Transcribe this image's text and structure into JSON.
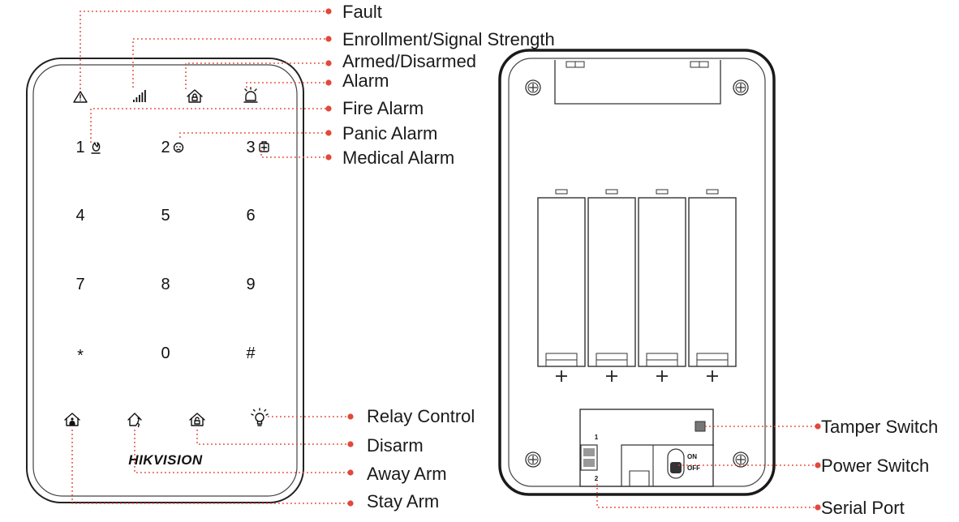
{
  "keypad": {
    "brand": "HIKVISION",
    "keys": [
      "1",
      "2",
      "3",
      "4",
      "5",
      "6",
      "7",
      "8",
      "9",
      "*",
      "0",
      "#"
    ]
  },
  "callouts": {
    "fault": "Fault",
    "enrollment": "Enrollment/Signal Strength",
    "armed": "Armed/Disarmed",
    "alarm": "Alarm",
    "fire": "Fire Alarm",
    "panic": "Panic Alarm",
    "medical": "Medical Alarm",
    "relay": "Relay Control",
    "disarm": "Disarm",
    "away": "Away Arm",
    "stay": "Stay Arm",
    "tamper": "Tamper Switch",
    "power": "Power Switch",
    "serial": "Serial Port"
  },
  "back_panel": {
    "switch_on": "ON",
    "switch_off": "OFF",
    "port_pin_1": "1",
    "port_pin_2": "2"
  },
  "colors": {
    "callout": "#e2483b",
    "outline": "#1a1a1a"
  },
  "icons": [
    "warning-triangle-icon",
    "signal-bars-icon",
    "home-lock-icon",
    "siren-icon",
    "flame-icon",
    "panic-icon",
    "medical-icon",
    "stay-arm-icon",
    "away-arm-icon",
    "disarm-icon",
    "bulb-icon",
    "screw-icon",
    "plus-icon"
  ]
}
